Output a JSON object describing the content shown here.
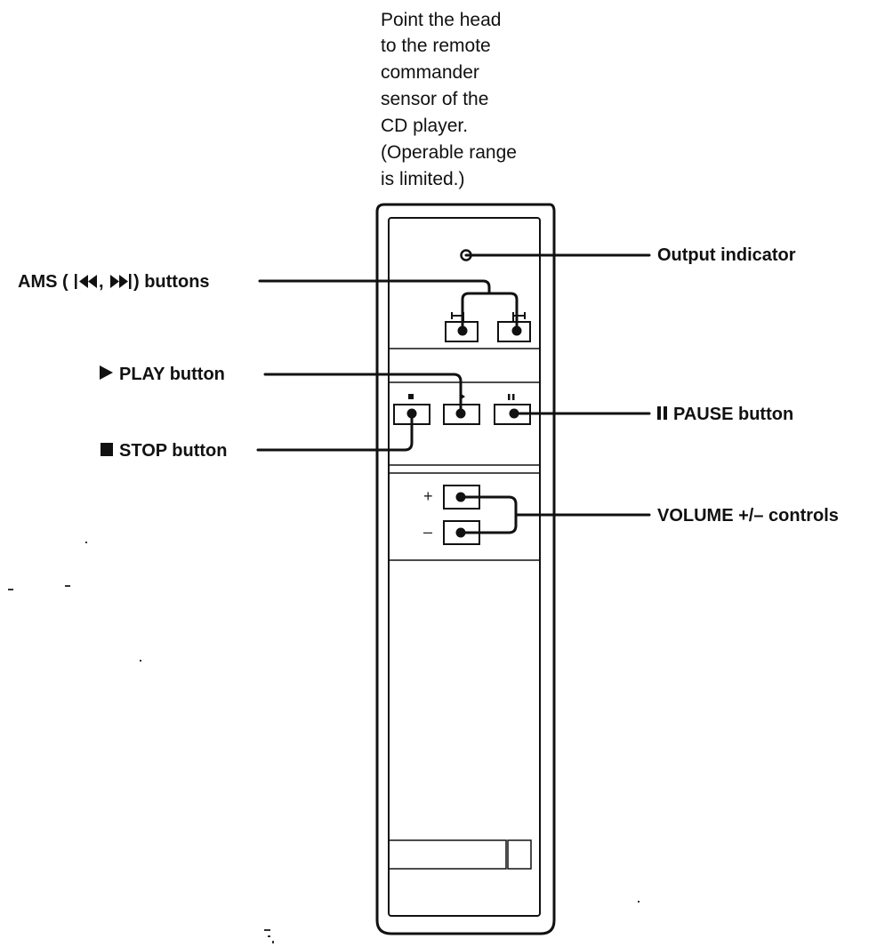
{
  "instruction_lines": [
    "Point the head",
    "to the remote",
    "commander",
    "sensor of the",
    "CD player.",
    "(Operable range",
    "is limited.)"
  ],
  "labels": {
    "ams_prefix": "AMS (",
    "ams_suffix": ") buttons",
    "play": "PLAY button",
    "stop": "STOP button",
    "output": "Output indicator",
    "pause": "PAUSE button",
    "volume": "VOLUME +/– controls"
  },
  "volume_marks": {
    "plus": "+",
    "minus": "–"
  },
  "icons": {
    "ams": "prev-next-track-icons",
    "play": "play-triangle-icon",
    "stop": "stop-square-icon",
    "pause": "pause-bars-icon"
  }
}
